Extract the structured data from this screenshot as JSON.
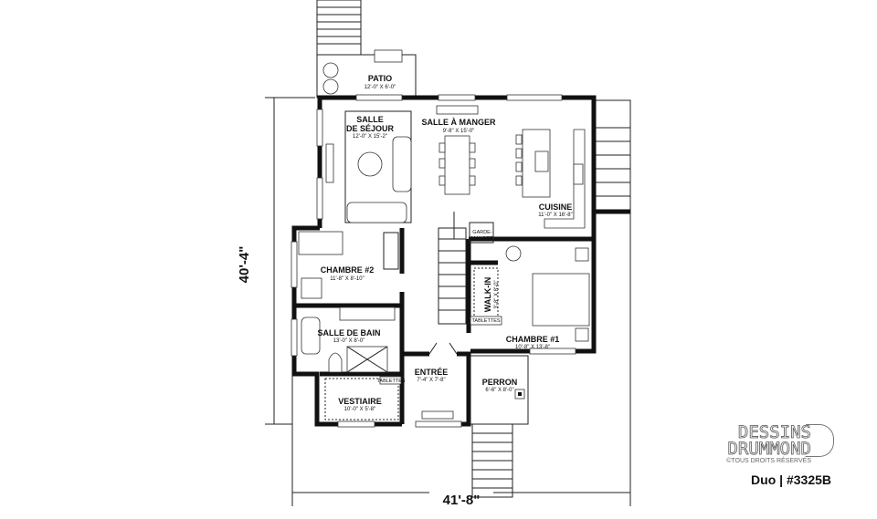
{
  "rooms": {
    "patio": {
      "name": "PATIO",
      "dims": "12'-0\" X 6'-0\""
    },
    "salle_sejour": {
      "name1": "SALLE",
      "name2": "DE SÉJOUR",
      "dims": "12'-0\" X 15'-2\""
    },
    "salle_manger": {
      "name": "SALLE À MANGER",
      "dims": "9'-8\" X 15'-0\""
    },
    "cuisine": {
      "name": "CUISINE",
      "dims": "11'-0\" X 16'-8\""
    },
    "garde_manger": {
      "name1": "GARDE-",
      "name2": "MANGER"
    },
    "chambre2": {
      "name": "CHAMBRE #2",
      "dims": "11'-8\" X 8'-10\""
    },
    "walk_in": {
      "name": "WALK-IN",
      "dims": "3'-8\" X 8'-0\""
    },
    "tablettes_walkin": "TABLETTES",
    "chambre1": {
      "name": "CHAMBRE #1",
      "dims": "10'-8\" X 13'-8\""
    },
    "salle_bain": {
      "name": "SALLE DE BAIN",
      "dims": "13'-0\" X 8'-0\""
    },
    "entree": {
      "name": "ENTRÉE",
      "dims": "7'-4\" X 7'-8\""
    },
    "perron": {
      "name": "PERRON",
      "dims": "6'-6\" X 8'-0\""
    },
    "vestiaire": {
      "name": "VESTIAIRE",
      "dims": "10'-0\" X 5'-8\""
    },
    "tablettes_vestiaire": "TABLETTES"
  },
  "dimensions": {
    "depth": "40'-4\"",
    "width": "41'-8\""
  },
  "brand": {
    "line1": "DESSINS",
    "line2": "DRUMMOND",
    "rights": "©TOUS DROITS RÉSERVÉS"
  },
  "plan_label": "Duo | #3325B"
}
